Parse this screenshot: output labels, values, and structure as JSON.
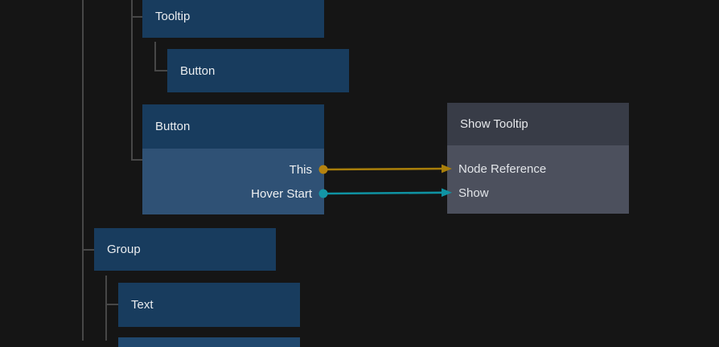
{
  "tree": {
    "tooltip": {
      "label": "Tooltip"
    },
    "tooltip_child_button": {
      "label": "Button"
    },
    "button": {
      "label": "Button",
      "ports": {
        "this": {
          "label": "This"
        },
        "hover_start": {
          "label": "Hover Start"
        }
      }
    },
    "group": {
      "label": "Group"
    },
    "text": {
      "label": "Text"
    }
  },
  "action_node": {
    "title": "Show Tooltip",
    "inputs": {
      "node_reference": {
        "label": "Node Reference"
      },
      "show": {
        "label": "Show"
      }
    }
  },
  "connections": {
    "this_to_node_reference": {
      "color": "#a87e0a"
    },
    "hover_start_to_show": {
      "color": "#0f93a3"
    }
  },
  "colors": {
    "background": "#151515",
    "hierarchy_node_blue": "#183c5e",
    "hierarchy_node_body_blue": "#2f5175",
    "action_node_header_gray": "#383c47",
    "action_node_body_gray": "#4c505d",
    "tree_line_gray": "#474747",
    "port_orange": "#b5830f",
    "port_teal": "#1496a6",
    "text_light": "#e9ecef"
  }
}
